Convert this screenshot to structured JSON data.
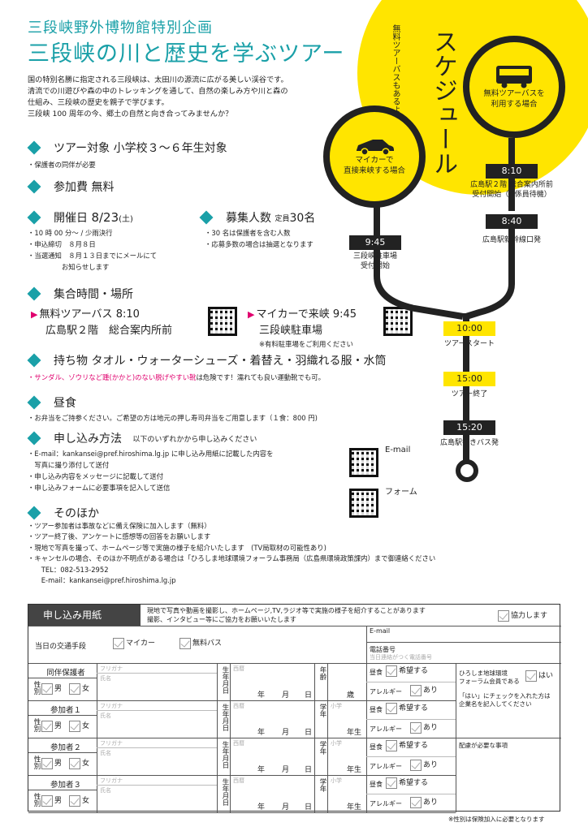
{
  "header": {
    "subtitle": "三段峡野外博物館特別企画",
    "title": "三段峡の川と歴史を学ぶツアー"
  },
  "intro": [
    "国の特別名勝に指定される三段峡は、太田川の源流に広がる美しい渓谷です。",
    "清流での川遊びや森の中のトレッキングを通して、自然の楽しみ方や川と森の",
    "仕組み、三段峡の歴史を親子で学びます。",
    "三段峡 100 周年の今、郷土の自然と向き合ってみませんか？"
  ],
  "target": {
    "label": "ツアー対象",
    "value": "小学校３～６年生対象",
    "note": "・保護者の同伴が必要"
  },
  "fee": {
    "label": "参加費",
    "value": "無料"
  },
  "date": {
    "label": "開催日",
    "value": "8/23",
    "dow": "(土)",
    "notes": [
      "・10 時 00 分～ / 少雨決行",
      "・申込締切　８月８日",
      "・当選通知　８月１３日までにメールにて",
      "　　　　　お知らせします"
    ]
  },
  "capacity": {
    "label": "募集人数",
    "sub": "定員",
    "value": "30名",
    "notes": [
      "・30 名は保護者を含む人数",
      "・応募多数の場合は抽選となります"
    ]
  },
  "meeting": {
    "label": "集合時間・場所",
    "bus": {
      "line1": "無料ツアーバス 8:10",
      "line2": "広島駅２階　総合案内所前"
    },
    "car": {
      "line1": "マイカーで来峡 9:45",
      "line2": "三段峡駐車場",
      "note": "※有料駐車場をご利用ください"
    }
  },
  "items": {
    "label": "持ち物",
    "value": "タオル・ウォーターシューズ・着替え・羽織れる服・水筒",
    "warn": "・サンダル、ゾウリなど踵(かかと)のない脱げやすい靴",
    "warn2": "は危険です！濡れても良い運動靴でも可。"
  },
  "lunch": {
    "label": "昼食",
    "note": "・お弁当をご持参ください。ご希望の方は地元の押し寿司弁当をご用意します（１食：800 円)"
  },
  "apply": {
    "label": "申し込み方法",
    "sub": "以下のいずれかから申し込みください",
    "notes": [
      "・E-mail：kankansei@pref.hiroshima.lg.jp に申し込み用紙に記載した内容を",
      "　写真に撮り添付して送付",
      "・申し込み内容をメッセージに記載して送付",
      "・申し込みフォームに必要事項を記入して送信"
    ],
    "qr_email": "E-mail",
    "qr_form": "フォーム"
  },
  "other": {
    "label": "そのほか",
    "notes": [
      "・ツアー参加者は事故などに備え保険に加入します（無料）",
      "・ツアー終了後、アンケートに感想等の回答をお願いします",
      "・現地で写真を撮って、ホームページ等で実施の様子を紹介いたします　(TV局取材の可能性あり)",
      "・キャンセルの場合、そのほか不明点がある場合は「ひろしま地球環境フォーラム事務局（広島県環境政策課内）まで御連絡ください",
      "　　TEL：082-513-2952",
      "　　E-mail：kankansei@pref.hiroshima.lg.jp"
    ]
  },
  "schedule": {
    "title": "スケジュール",
    "free_bus_note": [
      "無料ツアーバスも",
      "あるよ"
    ],
    "bus_route": [
      "無料ツアーバスを",
      "利用する場合"
    ],
    "car_route": [
      "マイカーで",
      "直接来峡する場合"
    ],
    "stops": [
      {
        "time": "8:10",
        "label": [
          "広島駅２階 総合案内所前",
          "受付開始（※係員待機）"
        ]
      },
      {
        "time": "8:40",
        "label": [
          "広島駅新幹線口発"
        ]
      },
      {
        "time": "9:45",
        "label": [
          "三段峡駐車場",
          "受付開始"
        ]
      },
      {
        "time": "10:00",
        "label": [
          "ツアースタート"
        ]
      },
      {
        "time": "15:00",
        "label": [
          "ツアー終了"
        ]
      },
      {
        "time": "15:20",
        "label": [
          "広島駅行きバス発"
        ]
      }
    ]
  },
  "form": {
    "title": "申し込み用紙",
    "consent": [
      "現地で写真や動画を撮影し、ホームページ,TV,ラジオ等で実施の様子を紹介することがあります",
      "撮影、インタビュー等にご協力をお願いいたします"
    ],
    "consent_check": "協力します",
    "transport": "当日の交通手段",
    "car": "マイカー",
    "bus": "無料バス",
    "email": "E-mail",
    "phone": "電話番号",
    "phone_hint": "当日連絡がつく電話番号",
    "rows": [
      {
        "name": "同伴保護者",
        "age_label": "年齢",
        "age_unit": "歳"
      },
      {
        "name": "参加者１",
        "age_label": "学年",
        "grade_hint": "小学",
        "age_unit": "年生"
      },
      {
        "name": "参加者２",
        "age_label": "学年",
        "grade_hint": "小学",
        "age_unit": "年生"
      },
      {
        "name": "参加者３",
        "age_label": "学年",
        "grade_hint": "小学",
        "age_unit": "年生"
      }
    ],
    "furigana": "フリガナ",
    "shimei": "氏名",
    "seireki": "西暦",
    "birth": "生年月日",
    "y": "年",
    "m": "月",
    "d": "日",
    "sex": "性別",
    "male": "男",
    "female": "女",
    "meal": "昼食",
    "hope": "希望する",
    "allergy": "アレルギー",
    "ari": "あり",
    "member_q": [
      "ひろしま地球環境",
      "フォーラム会員である"
    ],
    "yes": "はい",
    "member_note": [
      "「はい」にチェックを入れた方は",
      "企業名を記入してください"
    ],
    "care": "配慮が必要な事項",
    "footnote": "※性別は保険加入に必要となります"
  }
}
